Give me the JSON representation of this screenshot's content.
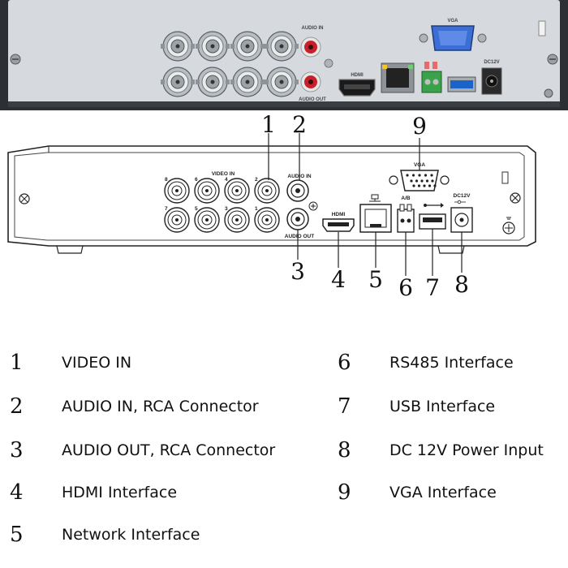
{
  "photo": {
    "vga_label": "VGA",
    "audio_in_label": "AUDIO IN",
    "audio_out_label": "AUDIO OUT",
    "hdmi_label": "HDMI",
    "power_label": "DC12V"
  },
  "diagram": {
    "video_in_label": "VIDEO IN",
    "audio_in_label": "AUDIO IN",
    "audio_out_label": "AUDIO OUT",
    "hdmi_label": "HDMI",
    "rs485_label": "A/B",
    "power_label": "DC12V",
    "vga_label": "VGA",
    "channel_top": [
      "8",
      "6",
      "4",
      "2"
    ],
    "channel_bottom": [
      "7",
      "5",
      "3",
      "1"
    ],
    "callouts": [
      "1",
      "2",
      "3",
      "4",
      "5",
      "6",
      "7",
      "8",
      "9"
    ]
  },
  "legend": {
    "items": [
      {
        "num": "1",
        "text": "VIDEO IN"
      },
      {
        "num": "2",
        "text": "AUDIO IN, RCA Connector"
      },
      {
        "num": "3",
        "text": "AUDIO OUT, RCA Connector"
      },
      {
        "num": "4",
        "text": "HDMI Interface"
      },
      {
        "num": "5",
        "text": "Network Interface"
      },
      {
        "num": "6",
        "text": "RS485 Interface"
      },
      {
        "num": "7",
        "text": "USB Interface"
      },
      {
        "num": "8",
        "text": "DC 12V Power Input"
      },
      {
        "num": "9",
        "text": "VGA Interface"
      }
    ]
  },
  "colors": {
    "panel": "#d9dde2",
    "frame": "#2f3236",
    "rca_red": "#c8202a",
    "usb_blue": "#1c63c9",
    "vga_blue": "#3c6fd6",
    "terminal_green": "#3aa24a"
  }
}
